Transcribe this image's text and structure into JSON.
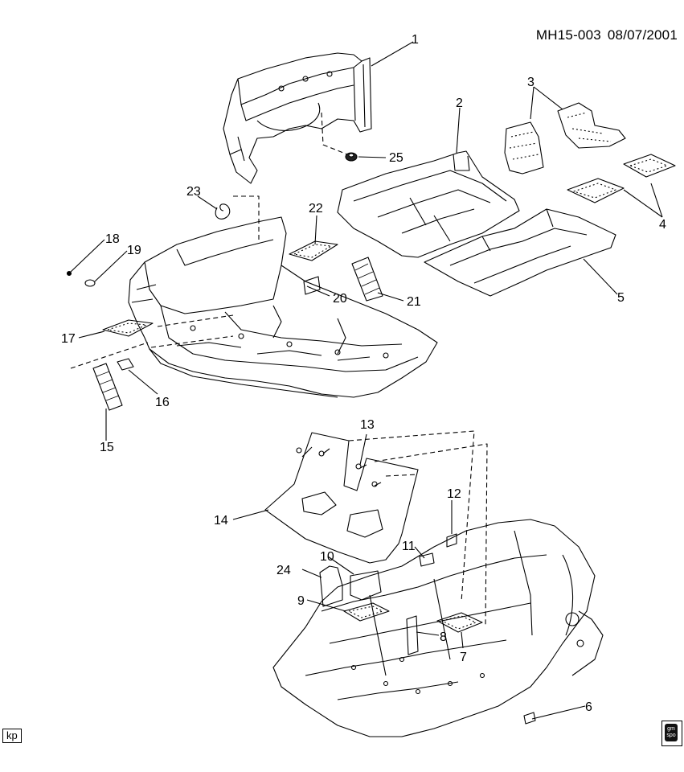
{
  "header": {
    "code": "MH15-003",
    "date": "08/07/2001"
  },
  "footer": {
    "tag": "kp",
    "logo_text": "gm spo"
  },
  "callouts": [
    "1",
    "2",
    "3",
    "4",
    "5",
    "6",
    "7",
    "8",
    "9",
    "10",
    "11",
    "12",
    "13",
    "14",
    "15",
    "16",
    "17",
    "18",
    "19",
    "20",
    "21",
    "22",
    "23",
    "24",
    "25"
  ]
}
